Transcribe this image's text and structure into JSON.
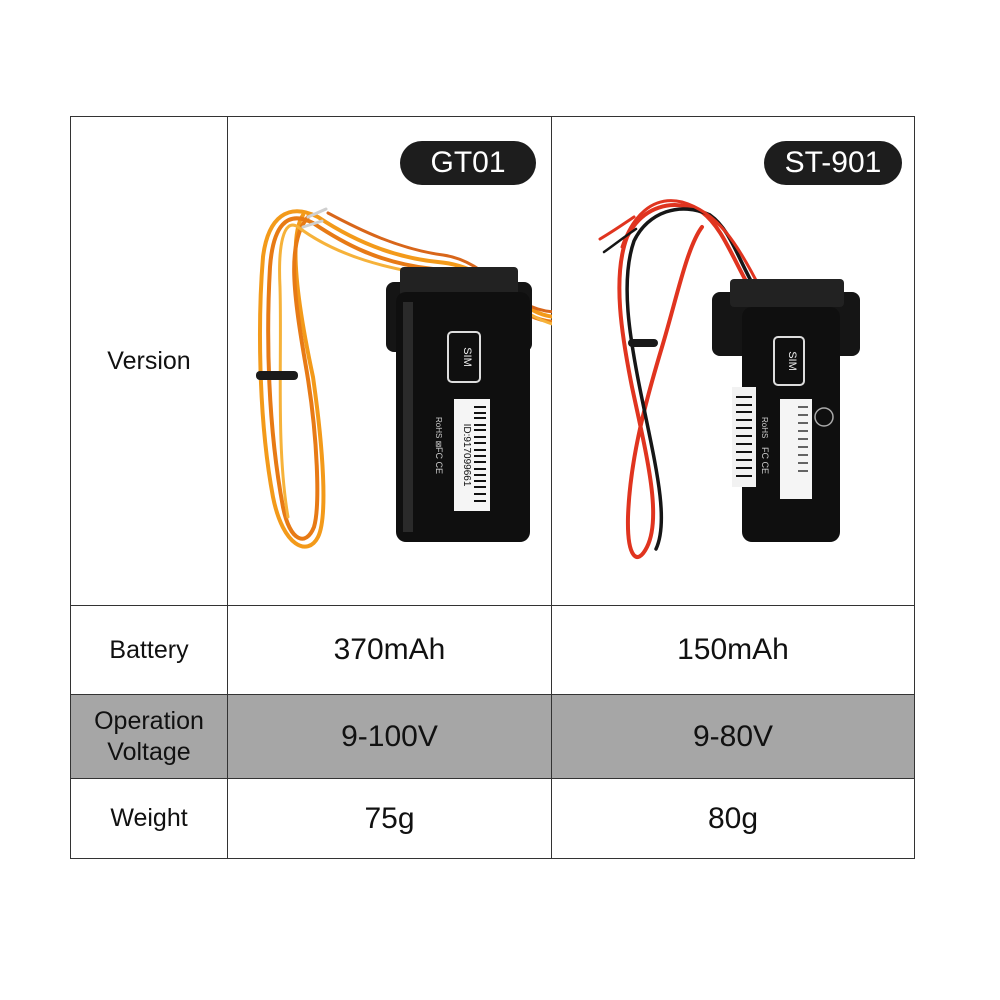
{
  "headers": {
    "version": "Version",
    "battery": "Battery",
    "voltage": "Operation\nVoltage",
    "weight": "Weight"
  },
  "products": [
    {
      "name": "GT01",
      "battery": "370mAh",
      "voltage": "9-100V",
      "weight": "75g",
      "wire_colors": [
        "#f7a21b",
        "#e8751a"
      ],
      "device_label": {
        "sim": "SIM",
        "id": "ID:917099661"
      }
    },
    {
      "name": "ST-901",
      "battery": "150mAh",
      "voltage": "9-80V",
      "weight": "80g",
      "wire_colors": [
        "#e0341f",
        "#1a1a1a"
      ],
      "device_label": {
        "sim": "SIM"
      }
    }
  ],
  "colors": {
    "highlight_row": "#a6a6a6",
    "pill_bg": "#1d1d1d"
  }
}
